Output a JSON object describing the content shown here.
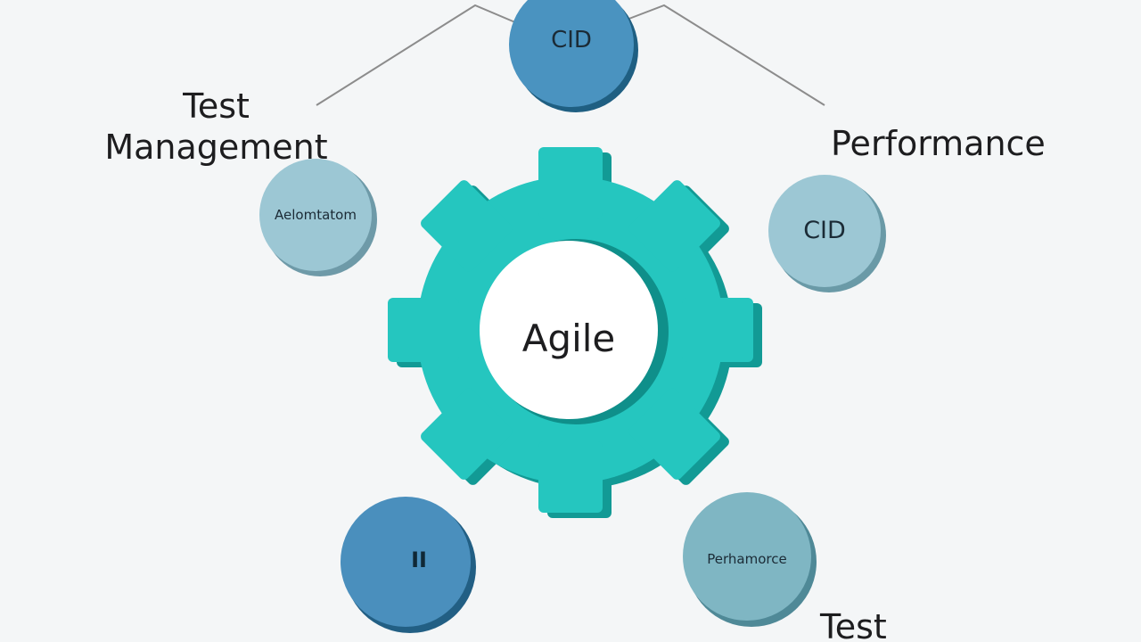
{
  "center": {
    "label": "Agile"
  },
  "labels": {
    "test_management": "Test\nManagement",
    "performance": "Performance",
    "test": "Test"
  },
  "nodes": {
    "top": {
      "label": "CID",
      "color": "#4a93c0"
    },
    "left": {
      "label": "Aelomtatom",
      "color": "#9cc7d4"
    },
    "right": {
      "label": "CID",
      "color": "#9cc7d4"
    },
    "bottom_left": {
      "label": "II",
      "color": "#4a8fbd"
    },
    "bottom_right": {
      "label": "Perhamorce",
      "color": "#7fb6c3"
    }
  },
  "colors": {
    "gear": "#25c6bf",
    "gear_shadow": "#129a95",
    "connector": "#8c8c8c",
    "background": "#f4f6f7"
  }
}
